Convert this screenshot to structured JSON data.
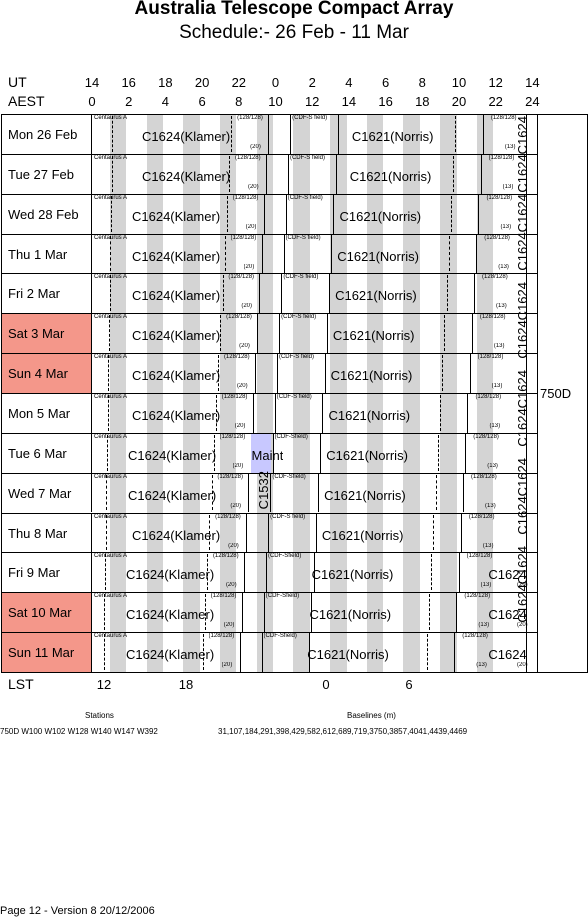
{
  "header": {
    "title": "Australia Telescope Compact Array",
    "subtitle": "Schedule:- 26 Feb - 11 Mar",
    "ut_label": "UT",
    "aest_label": "AEST",
    "ut_ticks": [
      "14",
      "16",
      "18",
      "20",
      "22",
      "0",
      "2",
      "4",
      "6",
      "8",
      "10",
      "12",
      "14"
    ],
    "aest_ticks": [
      "0",
      "2",
      "4",
      "6",
      "8",
      "10",
      "12",
      "14",
      "16",
      "18",
      "20",
      "22",
      "24"
    ]
  },
  "colors": {
    "weekend": "#f4978a",
    "stripe": "#d4d4d4",
    "maint": "#c8c8ff"
  },
  "days": [
    {
      "label": "Mon  26 Feb",
      "weekend": false
    },
    {
      "label": "Tue  27 Feb",
      "weekend": false
    },
    {
      "label": "Wed  28 Feb",
      "weekend": false
    },
    {
      "label": "Thu    1  Mar",
      "weekend": false
    },
    {
      "label": "Fri    2  Mar",
      "weekend": false
    },
    {
      "label": "Sat    3  Mar",
      "weekend": true
    },
    {
      "label": "Sun    4  Mar",
      "weekend": true
    },
    {
      "label": "Mon    5  Mar",
      "weekend": false
    },
    {
      "label": "Tue    6  Mar",
      "weekend": false
    },
    {
      "label": "Wed    7  Mar",
      "weekend": false
    },
    {
      "label": "Thu    8  Mar",
      "weekend": false
    },
    {
      "label": "Fri     9  Mar",
      "weekend": false
    },
    {
      "label": "Sat   10 Mar",
      "weekend": true
    },
    {
      "label": "Sun   11 Mar",
      "weekend": true
    }
  ],
  "labels": {
    "centaurus": "Centaurus A",
    "klamer": "C1624(Klamer)",
    "norris": "C1621(Norris)",
    "cdfs": "(CDF-S field)",
    "cdfs_short": "(CDF-Sfield)",
    "ratio": "(128/128)",
    "n20": "(20)",
    "n13": "(13)",
    "c1624": "C1624",
    "c1624x2": "C1624C1624",
    "maint": "Maint",
    "c1532": "C1532",
    "config": "750D"
  },
  "lst": {
    "label": "LST",
    "ticks": [
      "12",
      "18",
      "0",
      "6"
    ]
  },
  "footer": {
    "stations_title": "Stations",
    "stations": "750D   W100 W102 W128 W140 W147 W392",
    "baselines_title": "Baselines (m)",
    "baselines": "31,107,184,291,398,429,582,612,689,719,3750,3857,4041,4439,4469",
    "page": "Page 12 - Version 8  20/12/2006"
  }
}
